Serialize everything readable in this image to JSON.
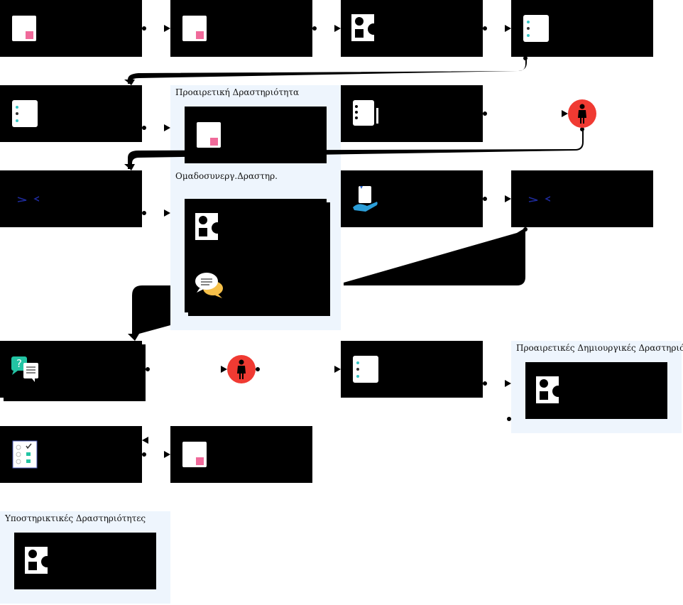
{
  "groups": {
    "optional_activity": "Προαιρετική Δραστηριότητα",
    "group_activities": "Ομαδοσυνεργ.Δραστηρ.",
    "optional_creative": "Προαιρετικές Δημιουργικές Δραστηριότητες",
    "support_activities": "Υποστηρικτικές Δραστηριότητες"
  },
  "colors": {
    "node_fill": "#000000",
    "group_fill": "#eef5fd",
    "milestone_red": "#f03a32",
    "accent_pink": "#f06a9a",
    "accent_teal": "#35c6c6"
  },
  "icons": {
    "page": "page-icon",
    "shapes": "shapes-icon",
    "list": "list-icon",
    "code": "code-brackets-icon",
    "hand": "hand-book-icon",
    "chat": "chat-bubbles-icon",
    "quiz": "question-chat-icon",
    "checklist": "checklist-icon",
    "milestone": "person-milestone-icon"
  }
}
